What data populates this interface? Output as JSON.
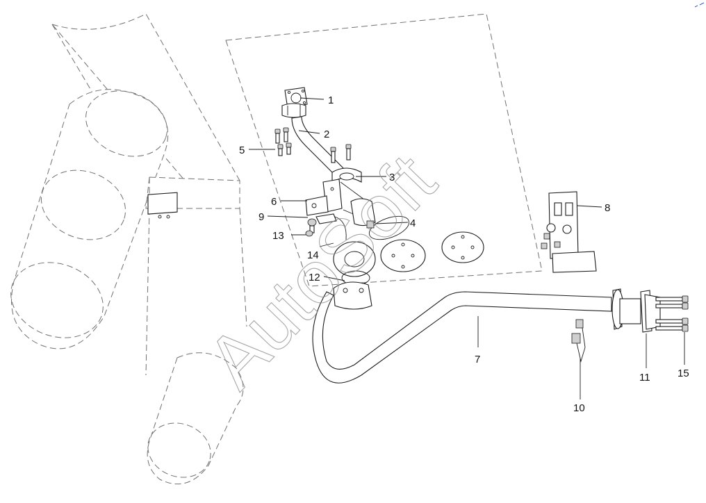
{
  "watermark": "AutoSoft",
  "corner_mark": "",
  "callouts": [
    {
      "id": "1",
      "label": "1"
    },
    {
      "id": "2",
      "label": "2"
    },
    {
      "id": "3",
      "label": "3"
    },
    {
      "id": "4",
      "label": "4"
    },
    {
      "id": "5",
      "label": "5"
    },
    {
      "id": "6",
      "label": "6"
    },
    {
      "id": "7",
      "label": "7"
    },
    {
      "id": "8",
      "label": "8"
    },
    {
      "id": "9",
      "label": "9"
    },
    {
      "id": "10",
      "label": "10"
    },
    {
      "id": "11",
      "label": "11"
    },
    {
      "id": "12",
      "label": "12"
    },
    {
      "id": "13",
      "label": "13"
    },
    {
      "id": "14",
      "label": "14"
    },
    {
      "id": "15",
      "label": "15"
    }
  ]
}
